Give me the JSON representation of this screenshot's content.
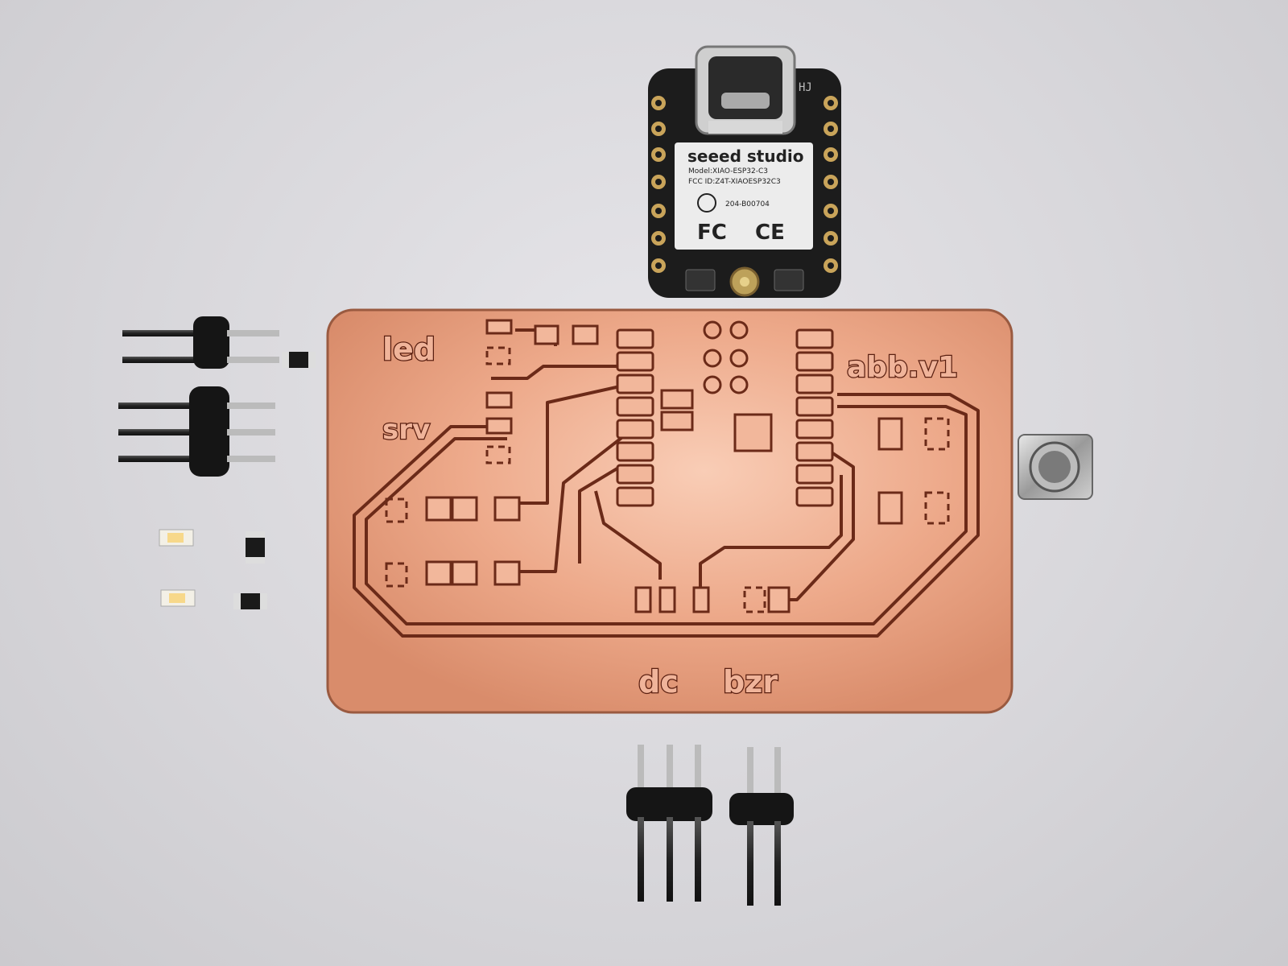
{
  "xiao_module": {
    "brand": "seeed studio",
    "model": "Model:XIAO-ESP32-C3",
    "fcc_id": "FCC ID:Z4T-XIAOESP32C3",
    "cert_number": "204-B00704",
    "fc_mark": "FC",
    "ce_mark": "CE",
    "corner_mark": "HJ"
  },
  "pcb": {
    "label_board": "abb.v1",
    "label_led": "led",
    "label_srv": "srv",
    "label_dc": "dc",
    "label_bzr": "bzr"
  },
  "colors": {
    "background": "#d6d5d9",
    "copper": "#e9a688",
    "copper_highlight": "#f6c7b0",
    "trace_outline": "#6b2a18",
    "module_pcb": "#1c1c1c",
    "gold_pad": "#c9a45a"
  }
}
